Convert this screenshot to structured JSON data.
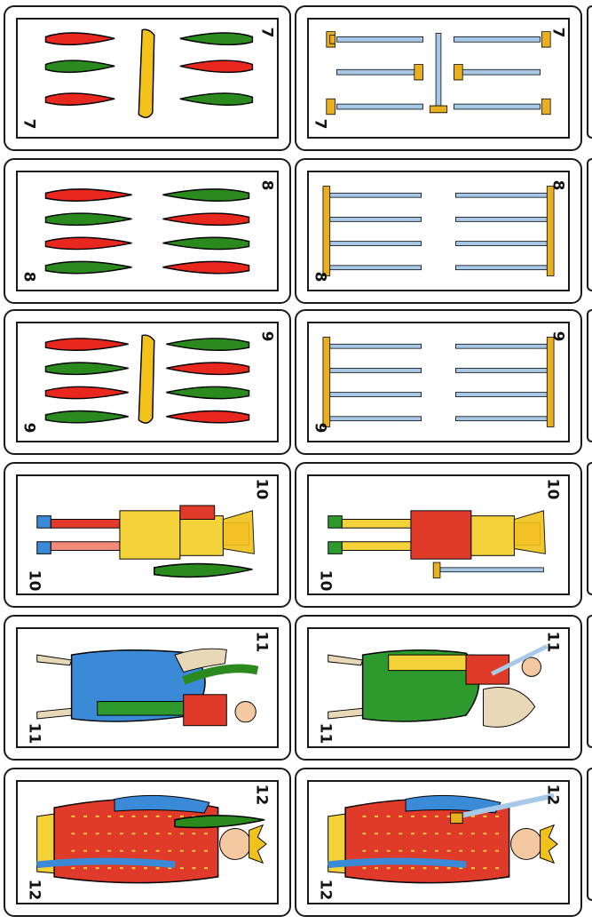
{
  "cards": [
    {
      "id": "bastos-7",
      "suit": "bastos",
      "rank": "7",
      "kind": "pips"
    },
    {
      "id": "espadas-7",
      "suit": "espadas",
      "rank": "7",
      "kind": "pips"
    },
    {
      "id": "bastos-8",
      "suit": "bastos",
      "rank": "8",
      "kind": "pips"
    },
    {
      "id": "espadas-8",
      "suit": "espadas",
      "rank": "8",
      "kind": "pips"
    },
    {
      "id": "bastos-9",
      "suit": "bastos",
      "rank": "9",
      "kind": "pips"
    },
    {
      "id": "espadas-9",
      "suit": "espadas",
      "rank": "9",
      "kind": "pips"
    },
    {
      "id": "bastos-10",
      "suit": "bastos",
      "rank": "10",
      "kind": "sota"
    },
    {
      "id": "espadas-10",
      "suit": "espadas",
      "rank": "10",
      "kind": "sota"
    },
    {
      "id": "bastos-11",
      "suit": "bastos",
      "rank": "11",
      "kind": "caballo"
    },
    {
      "id": "espadas-11",
      "suit": "espadas",
      "rank": "11",
      "kind": "caballo"
    },
    {
      "id": "bastos-12",
      "suit": "bastos",
      "rank": "12",
      "kind": "rey"
    },
    {
      "id": "espadas-12",
      "suit": "espadas",
      "rank": "12",
      "kind": "rey"
    }
  ],
  "colors": {
    "card_border": "#1a1a1a",
    "club_red": "#e8281e",
    "club_green": "#2a8a1e",
    "club_yellow": "#f2c21a",
    "sword_blade": "#a8c8e8",
    "sword_hilt": "#e8b020",
    "robe_red": "#e03a2a",
    "robe_yellow": "#f4d23a",
    "robe_blue": "#3a8ad8",
    "robe_green": "#2e9a2e",
    "skin": "#f4c8a0"
  }
}
